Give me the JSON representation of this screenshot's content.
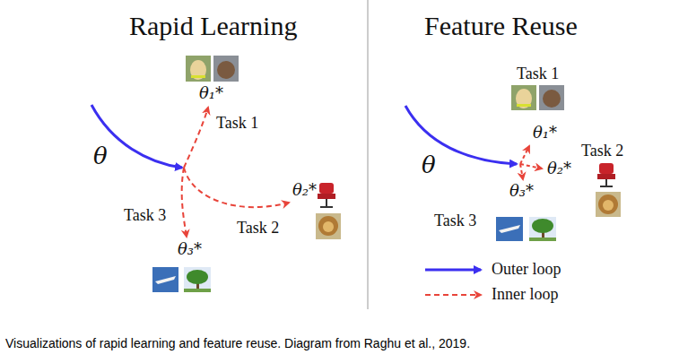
{
  "diagram": {
    "caption": "Visualizations of rapid learning and feature reuse. Diagram from Raghu et al., 2019.",
    "labels": [
      "Rapid Learning",
      "Feature Reuse",
      "θ",
      "θ₁*",
      "Task 1",
      "θ₂*",
      "Task 2",
      "Task 3",
      "θ₃*",
      "θ",
      "Task 1",
      "θ₁*",
      "θ₂*",
      "Task 2",
      "θ₃*",
      "Task 3"
    ],
    "legend": [
      {
        "text": "Outer loop"
      },
      {
        "text": "Inner loop"
      }
    ]
  }
}
